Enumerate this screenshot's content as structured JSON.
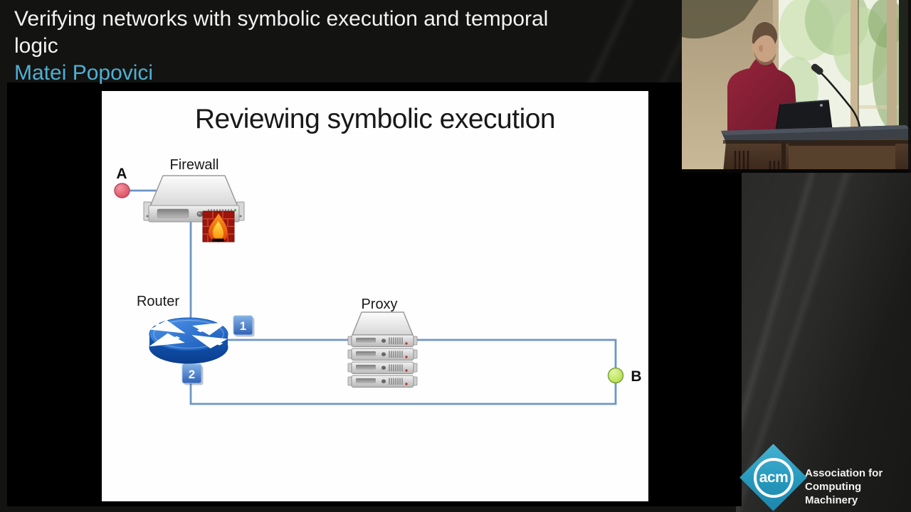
{
  "header": {
    "title_lines": [
      "Verifying networks with symbolic execution and temporal",
      "logic"
    ],
    "speaker": "Matei Popovici",
    "speaker_color": "#4fb0d2"
  },
  "slide": {
    "title": "Reviewing symbolic execution",
    "labels": {
      "endpoint_a": "A",
      "firewall": "Firewall",
      "router": "Router",
      "proxy": "Proxy",
      "endpoint_b": "B",
      "port_1": "1",
      "port_2": "2"
    },
    "colors": {
      "link": "#6e95c8",
      "endpoint_a": "#d84055",
      "endpoint_b": "#a8d93f",
      "port_badge": "#3f6fc0",
      "router": "#1d64c8"
    }
  },
  "webcam_colors": {
    "wall": "#bdad8d",
    "shirt": "#8e2138",
    "podium": "#4c3526"
  },
  "branding": {
    "logo_text": "acm",
    "org_lines": [
      "Association for",
      "Computing Machinery"
    ],
    "logo_color": "#2ba6cf"
  }
}
